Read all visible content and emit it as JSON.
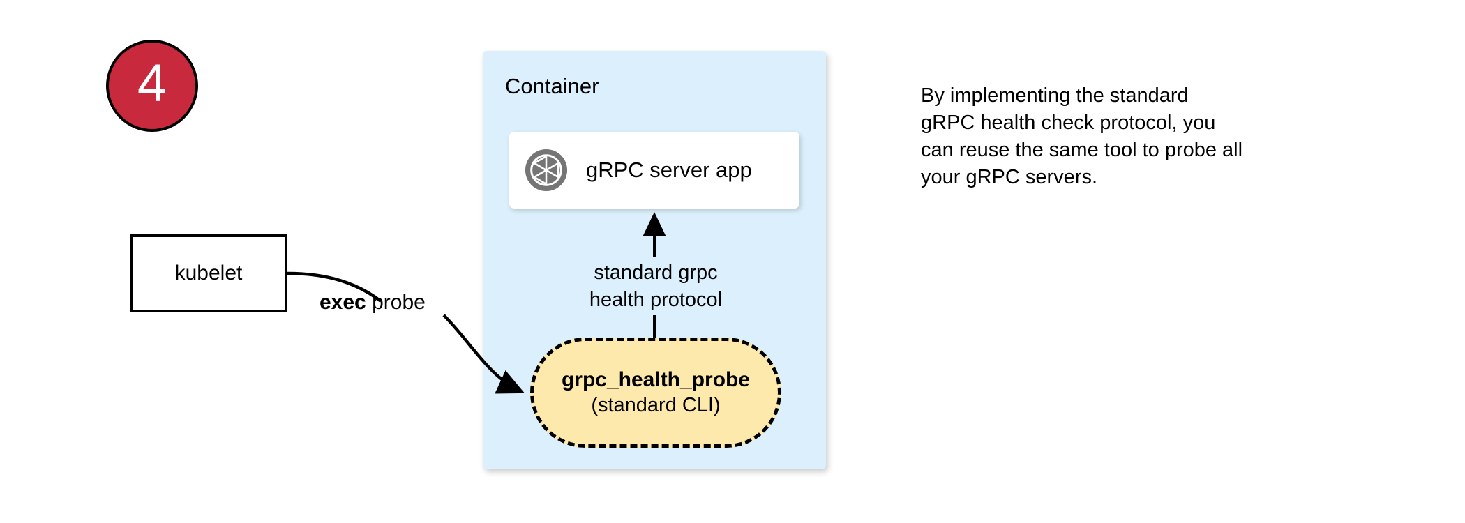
{
  "meta": {
    "step_number": "4",
    "colors": {
      "badge_fill": "#c9293c",
      "badge_border": "#000000",
      "badge_text": "#ffffff",
      "container_fill": "#dbeffc",
      "probe_fill": "#fde9ab",
      "probe_border": "#000000",
      "card_fill": "#ffffff",
      "icon_gray": "#757575",
      "stroke": "#000000"
    }
  },
  "container": {
    "label": "Container"
  },
  "server_card": {
    "icon": "grpc-aperture-icon",
    "label": "gRPC server app"
  },
  "probe": {
    "title": "grpc_health_probe",
    "subtitle": "(standard CLI)"
  },
  "kubelet": {
    "label": "kubelet"
  },
  "edges": {
    "protocol": {
      "line1": "standard grpc",
      "line2": "health protocol",
      "direction": "probe-to-server"
    },
    "exec": {
      "bold_word": "exec",
      "rest": " probe",
      "direction": "kubelet-to-probe"
    }
  },
  "caption": {
    "line1": "By implementing the standard",
    "line2": "gRPC health check protocol, you",
    "line3": "can reuse the same tool to probe all",
    "line4": "your gRPC servers."
  }
}
